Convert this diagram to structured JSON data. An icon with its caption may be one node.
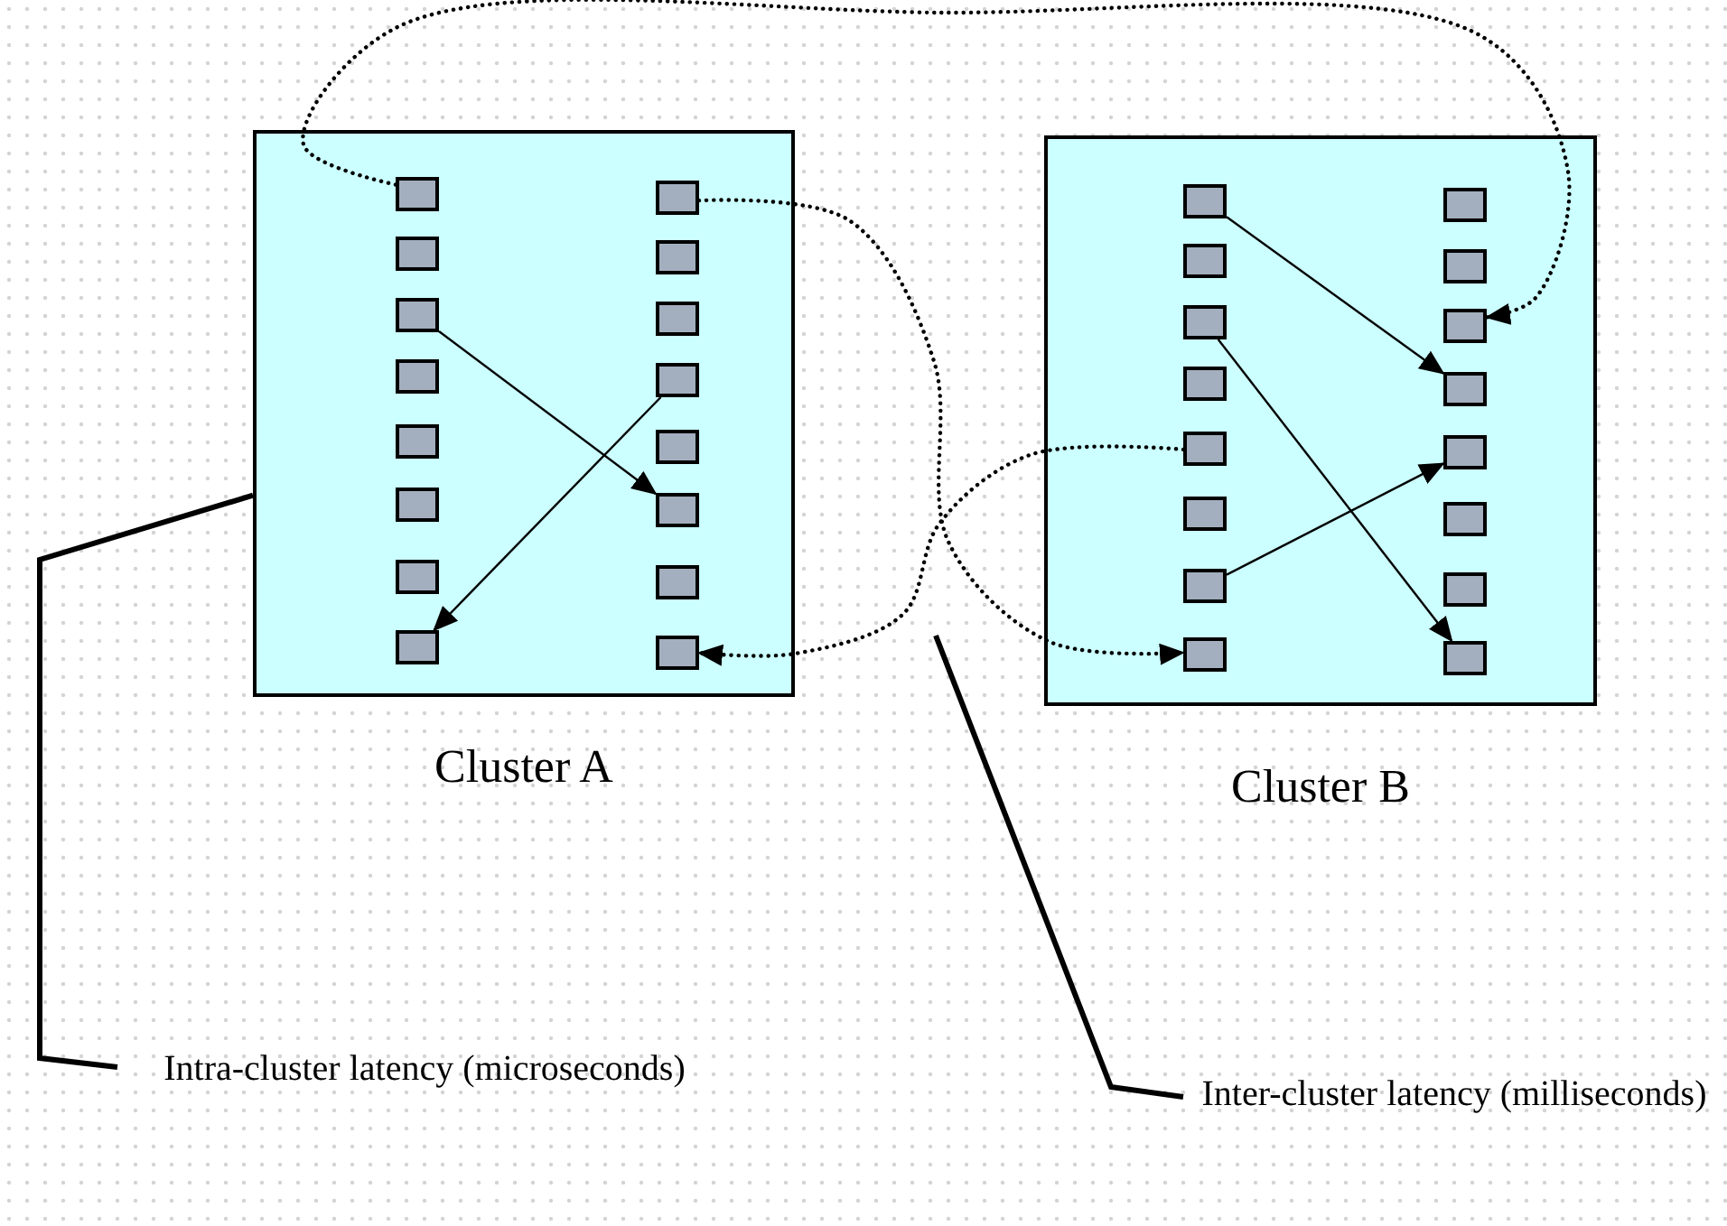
{
  "diagram": {
    "nodes": [
      {
        "text": [
          "Cluster A"
        ]
      },
      {
        "text": [],
        "shape": "box",
        "in": 0
      },
      {
        "text": [],
        "shape": "box",
        "in": 0
      },
      {
        "text": [],
        "shape": "box",
        "in": 0
      },
      {
        "text": [],
        "shape": "box",
        "in": 0
      },
      {
        "text": [],
        "shape": "box",
        "in": 0
      },
      {
        "text": [],
        "shape": "box",
        "in": 0
      },
      {
        "text": [],
        "shape": "box",
        "in": 0
      },
      {
        "text": [],
        "shape": "box",
        "in": 0
      },
      {
        "text": [],
        "shape": "box",
        "in": 0
      },
      {
        "text": [],
        "shape": "box",
        "in": 0
      },
      {
        "text": [],
        "shape": "box",
        "in": 0
      },
      {
        "text": [],
        "shape": "box",
        "in": 0
      },
      {
        "text": [],
        "shape": "box",
        "in": 0
      },
      {
        "text": [],
        "shape": "box",
        "in": 0
      },
      {
        "text": [],
        "shape": "box",
        "in": 0
      },
      {
        "text": [],
        "shape": "box",
        "in": 0
      },
      {
        "text": [
          "Cluster B"
        ]
      },
      {
        "text": [],
        "shape": "box",
        "in": 17
      },
      {
        "text": [],
        "shape": "box",
        "in": 17
      },
      {
        "text": [],
        "shape": "box",
        "in": 17
      },
      {
        "text": [],
        "shape": "box",
        "in": 17
      },
      {
        "text": [],
        "shape": "box",
        "in": 17
      },
      {
        "text": [],
        "shape": "box",
        "in": 17
      },
      {
        "text": [],
        "shape": "box",
        "in": 17
      },
      {
        "text": [],
        "shape": "box",
        "in": 17
      },
      {
        "text": [],
        "shape": "box",
        "in": 17
      },
      {
        "text": [],
        "shape": "box",
        "in": 17
      },
      {
        "text": [],
        "shape": "box",
        "in": 17
      },
      {
        "text": [],
        "shape": "box",
        "in": 17
      },
      {
        "text": [],
        "shape": "box",
        "in": 17
      },
      {
        "text": [],
        "shape": "box",
        "in": 17
      },
      {
        "text": [],
        "shape": "box",
        "in": 17
      },
      {
        "text": [],
        "shape": "box",
        "in": 17
      },
      {
        "text": [
          "Intra-cluster latency (microseconds)"
        ]
      },
      {
        "text": [
          "Inter-cluster latency (milliseconds)"
        ]
      }
    ],
    "edges": [
      {
        "from": 3,
        "to": 14,
        "arrow": "to"
      },
      {
        "from": 12,
        "to": 8,
        "arrow": "to"
      },
      {
        "from": 1,
        "to": 28,
        "arrow": "to",
        "style": "dashed"
      },
      {
        "from": 9,
        "to": 25,
        "arrow": "to",
        "style": "dashed"
      },
      {
        "from": 22,
        "to": 16,
        "arrow": "to",
        "style": "dashed"
      },
      {
        "from": 18,
        "to": 29,
        "arrow": "to"
      },
      {
        "from": 20,
        "to": 33,
        "arrow": "to"
      },
      {
        "from": 24,
        "to": 30,
        "arrow": "to"
      },
      {
        "from": 34,
        "to": 0,
        "arrow": "none",
        "style": "thick"
      },
      {
        "from": 35,
        "to": null,
        "arrow": "none",
        "style": "thick"
      }
    ]
  }
}
